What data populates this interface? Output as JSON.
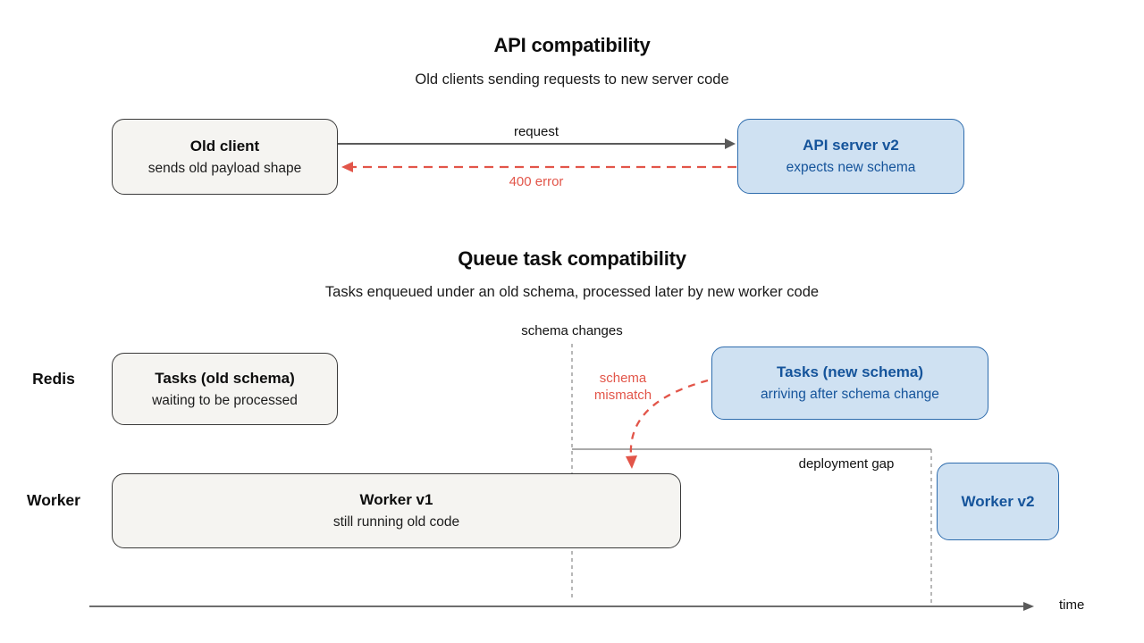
{
  "colors": {
    "background": "#ffffff",
    "gray_box_fill": "#f5f4f1",
    "gray_box_border": "#3a3a3a",
    "blue_box_fill": "#cfe1f2",
    "blue_box_border": "#2e6cad",
    "blue_text": "#15549b",
    "red_accent": "#e25549",
    "arrow_gray": "#5a5a5a",
    "dashed_guide_gray": "#888888"
  },
  "api_section": {
    "title": "API compatibility",
    "subtitle": "Old clients sending requests to new server code",
    "old_client": {
      "title": "Old client",
      "subtitle": "sends old payload shape"
    },
    "api_server": {
      "title": "API server v2",
      "subtitle": "expects new schema"
    },
    "request_label": "request",
    "error_label": "400 error"
  },
  "queue_section": {
    "title": "Queue task compatibility",
    "subtitle": "Tasks enqueued under an old schema, processed later by new worker code",
    "schema_changes_label": "schema changes",
    "schema_mismatch": {
      "line1": "schema",
      "line2": "mismatch"
    },
    "deployment_gap_label": "deployment gap",
    "redis_label": "Redis",
    "worker_label": "Worker",
    "tasks_old": {
      "title": "Tasks (old schema)",
      "subtitle": "waiting to be processed"
    },
    "tasks_new": {
      "title": "Tasks (new schema)",
      "subtitle": "arriving after schema change"
    },
    "worker_v1": {
      "title": "Worker v1",
      "subtitle": "still running old code"
    },
    "worker_v2": {
      "title": "Worker v2"
    },
    "time_label": "time"
  }
}
